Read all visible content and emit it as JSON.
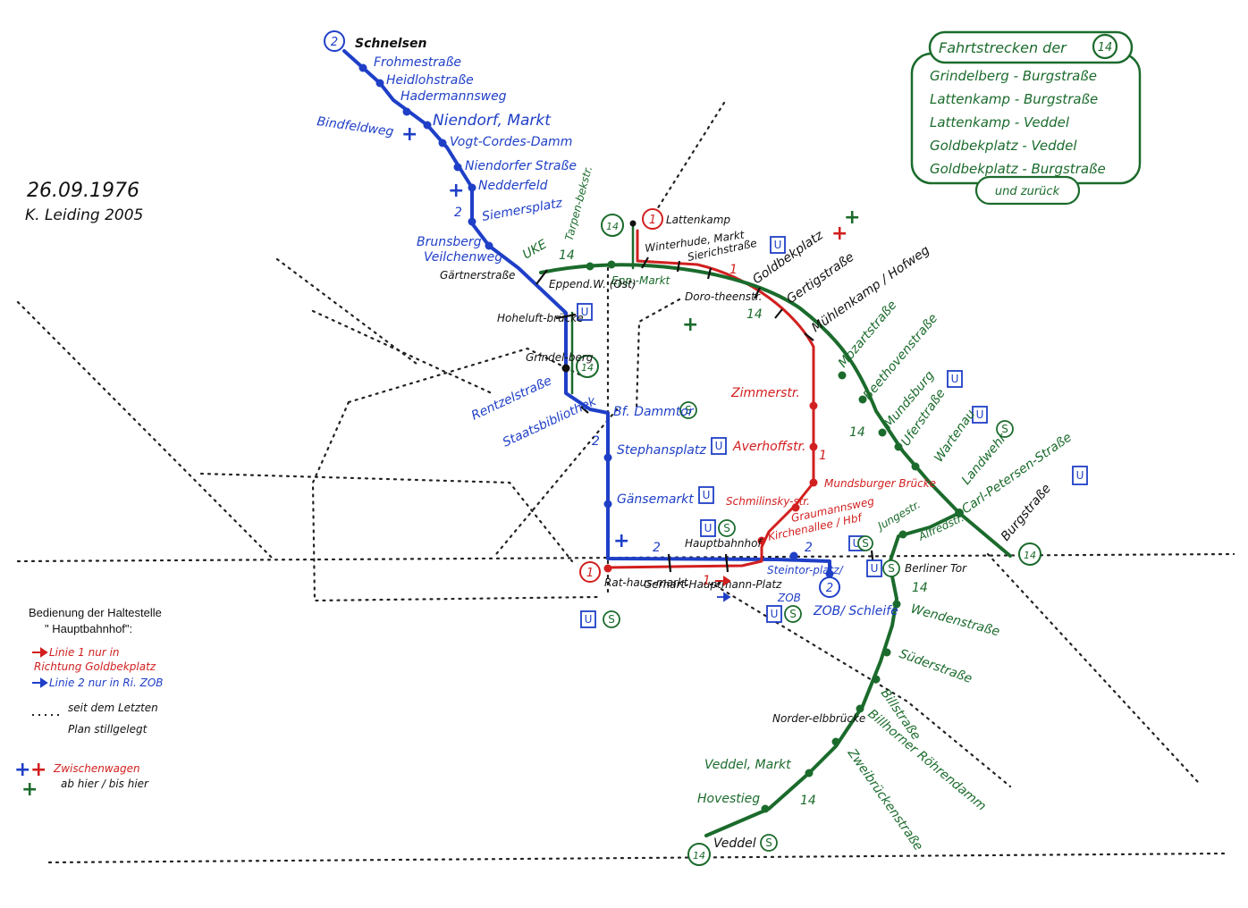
{
  "header": {
    "date": "26.09.1976",
    "author": "K. Leiding 2005"
  },
  "colors": {
    "line1": "#d21f1f",
    "line2": "#1f3fc7",
    "line14": "#1b6b2c",
    "closed": "#222222"
  },
  "box": {
    "title": "Fahrtstrecken der",
    "title_badge": "14",
    "routes": [
      "Grindelberg - Burgstraße",
      "Lattenkamp - Burgstraße",
      "Lattenkamp - Veddel",
      "Goldbekplatz - Veddel",
      "Goldbekplatz - Burgstraße"
    ],
    "return_note": "und zurück"
  },
  "badges": {
    "line1": "1",
    "line2": "2",
    "line14": "14"
  },
  "icons": {
    "ubahn": "U",
    "sbahn": "S"
  },
  "line_numbers": {
    "one": "1",
    "two": "2",
    "fourteen": "14"
  },
  "stations": {
    "schnelsen": "Schnelsen",
    "frohmestrasse": "Frohmestraße",
    "heidlohstrasse": "Heidlohstraße",
    "hadermannsweg": "Hadermannsweg",
    "bindfeldweg": "Bindfeldweg",
    "niendorf_markt": "Niendorf, Markt",
    "vogt_cordes_damm": "Vogt-Cordes-Damm",
    "niendorfer_strasse": "Niendorfer Straße",
    "nedderfeld": "Nedderfeld",
    "siemersplatz": "Siemersplatz",
    "brunsberg": "Brunsberg",
    "veilchenweg": "Veilchenweg",
    "gaertnerstrasse": "Gärtnerstraße",
    "uke": "UKE",
    "tarpenbekstr": "Tarpen-bekstr.",
    "eppend_markt": "Epp.-Markt",
    "eppend_ost": "Eppend.W. (Ost)",
    "hoheluftbruecke": "Hoheluft-brücke",
    "grindelberg": "Grindel-berg",
    "rentzelstrasse": "Rentzelstraße",
    "staatsbibliothek": "Staatsbibliothek",
    "bf_dammtor": "Bf. Dammtor",
    "stephansplatz": "Stephansplatz",
    "gaensemarkt": "Gänsemarkt",
    "rathausmarkt": "Rat-haus-markt",
    "gerhart_hauptmann_platz": "Gerhart-Hauptmann-Platz",
    "hauptbahnhof": "Hauptbahnhof",
    "steintorplatz": "Steintor-platz/",
    "zob": "ZOB",
    "zob_schleife": "ZOB/ Schleife",
    "lattenkamp": "Lattenkamp",
    "winterhude_markt": "Winterhude, Markt",
    "sierichstrasse": "Sierichstraße",
    "dorotheenstr": "Doro-theenstr.",
    "goldbekplatz": "Goldbekplatz",
    "gertigstrasse": "Gertigstraße",
    "muehlenkamp": "Mühlenkamp / Hofweg",
    "zimmerstr": "Zimmerstr.",
    "averhoffstr": "Averhoffstr.",
    "mundsburger_bruecke": "Mundsburger Brücke",
    "schmilinskystr": "Schmilinsky-str.",
    "graumannsweg": "Graumannsweg",
    "kirchenallee": "Kirchenallee / Hbf",
    "mozartstrasse": "Mozartstraße",
    "beethovenstrasse": "Beethovenstraße",
    "mundsburg": "Mundsburg",
    "uferstrasse": "Uferstraße",
    "wartenau": "Wartenau",
    "landwehr": "Landwehr",
    "carl_petersen": "Carl-Petersen-Straße",
    "burgstrasse": "Burgstraße",
    "jungestr": "Jungestr.",
    "alfredstr": "Alfredstr.",
    "berliner_tor": "Berliner Tor",
    "wendenstrasse": "Wendenstraße",
    "suederstrasse": "Süderstraße",
    "billstrasse": "Billstraße",
    "billhorner_roehrendamm": "Billhorner Röhrendamm",
    "norderelbbruecke": "Norder-elbbrücke",
    "zweibrueckenstrasse": "Zweibrückenstraße",
    "veddel_markt": "Veddel, Markt",
    "hovestieg": "Hovestieg",
    "veddel": "Veddel"
  },
  "legend": {
    "title": "Bedienung der Haltestelle",
    "subtitle": "\" Hauptbahnhof\":",
    "red_note_1": "Linie 1 nur in",
    "red_note_2": "Richtung Goldbekplatz",
    "blue_note": "Linie 2 nur in Ri. ZOB",
    "closed_1": "seit dem Letzten",
    "closed_2": "Plan stillgelegt",
    "extra_1": "Zwischenwagen",
    "extra_2": "ab hier / bis hier"
  }
}
